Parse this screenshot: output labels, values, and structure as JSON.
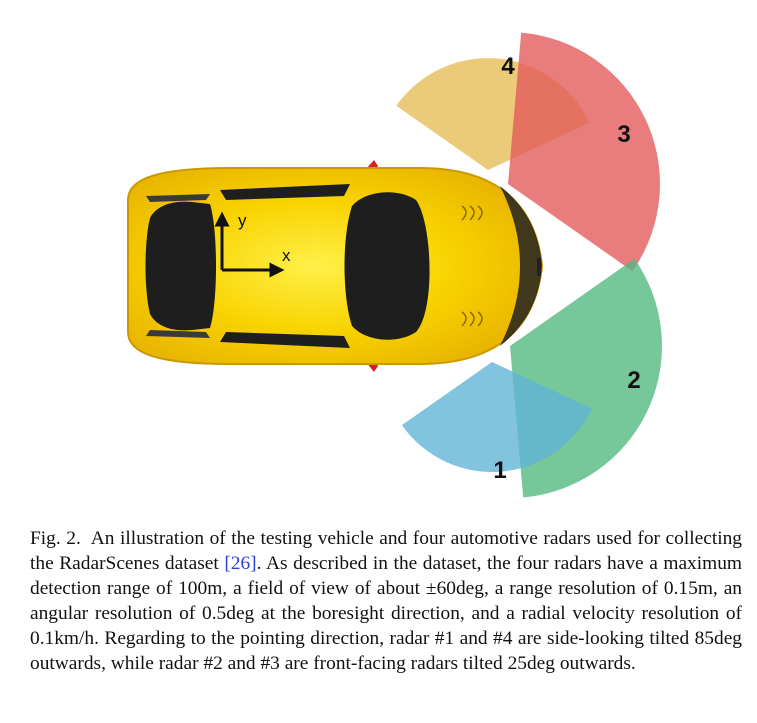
{
  "figure": {
    "radars": [
      {
        "id": "1",
        "label": "1",
        "color": "#5fb3d6",
        "heading_deg": 85,
        "role": "side-looking"
      },
      {
        "id": "2",
        "label": "2",
        "color": "#4fb87f",
        "heading_deg": 25,
        "role": "front-facing"
      },
      {
        "id": "3",
        "label": "3",
        "color": "#e3585a",
        "heading_deg": -25,
        "role": "front-facing"
      },
      {
        "id": "4",
        "label": "4",
        "color": "#e5bd54",
        "heading_deg": -85,
        "role": "side-looking"
      }
    ],
    "axes": {
      "x_label": "x",
      "y_label": "y"
    },
    "colors": {
      "car_body": "#f5c800",
      "car_highlight": "#fff04a",
      "windows": "#1e1e1e",
      "mirrors": "#d92020"
    }
  },
  "caption": {
    "label": "Fig. 2.",
    "text_before_ref": "An illustration of the testing vehicle and four automotive radars used for collecting the RadarScenes dataset ",
    "ref": "[26]",
    "text_after_ref": ". As described in the dataset, the four radars have a maximum detection range of 100m, a field of view of about ±60deg, a range resolution of 0.15m, an angular resolution of 0.5deg at the boresight direction, and a radial velocity resolution of 0.1km/h. Regarding to the pointing direction, radar #1 and #4 are side-looking tilted 85deg outwards, while radar #2 and #3 are front-facing radars tilted 25deg outwards."
  }
}
